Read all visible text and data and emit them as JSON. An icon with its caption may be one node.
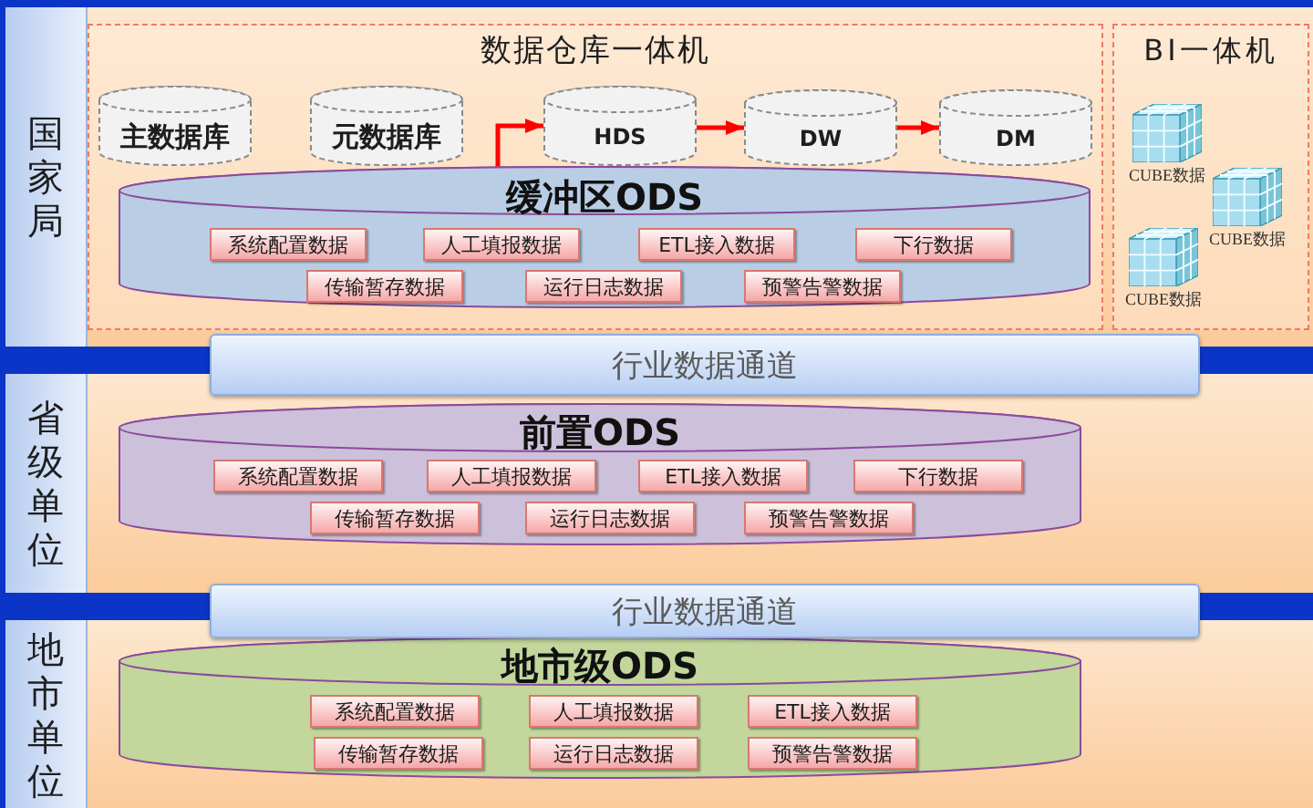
{
  "diagram": {
    "nodes": [
      {
        "text": [
          "国家局"
        ]
      },
      {
        "text": [
          "数据仓库一体机"
        ],
        "in": 0
      },
      {
        "text": [
          "主数据库"
        ],
        "in": 1
      },
      {
        "text": [
          "元数据库"
        ],
        "in": 1
      },
      {
        "text": [
          "HDS"
        ],
        "in": 1
      },
      {
        "text": [
          "DW"
        ],
        "in": 1
      },
      {
        "text": [
          "DM"
        ],
        "in": 1
      },
      {
        "text": [
          "缓冲区ODS"
        ],
        "in": 1
      },
      {
        "text": [
          "系统配置数据"
        ],
        "in": 7
      },
      {
        "text": [
          "人工填报数据"
        ],
        "in": 7
      },
      {
        "text": [
          "ETL接入数据"
        ],
        "in": 7
      },
      {
        "text": [
          "下行数据"
        ],
        "in": 7
      },
      {
        "text": [
          "传输暂存数据"
        ],
        "in": 7
      },
      {
        "text": [
          "运行日志数据"
        ],
        "in": 7
      },
      {
        "text": [
          "预警告警数据"
        ],
        "in": 7
      },
      {
        "text": [
          "BI一体机"
        ],
        "in": 0
      },
      {
        "text": [],
        "shape": "picture",
        "beside": [
          "CUBE数据"
        ],
        "in": 15
      },
      {
        "text": [],
        "shape": "picture",
        "beside": [
          "CUBE数据"
        ],
        "in": 15
      },
      {
        "text": [],
        "shape": "picture",
        "beside": [
          "CUBE数据"
        ],
        "in": 15
      },
      {
        "text": [
          "行业数据通道"
        ]
      },
      {
        "text": [
          "省级单位"
        ]
      },
      {
        "text": [
          "前置ODS"
        ],
        "in": 20
      },
      {
        "text": [
          "系统配置数据"
        ],
        "in": 21
      },
      {
        "text": [
          "人工填报数据"
        ],
        "in": 21
      },
      {
        "text": [
          "ETL接入数据"
        ],
        "in": 21
      },
      {
        "text": [
          "下行数据"
        ],
        "in": 21
      },
      {
        "text": [
          "传输暂存数据"
        ],
        "in": 21
      },
      {
        "text": [
          "运行日志数据"
        ],
        "in": 21
      },
      {
        "text": [
          "预警告警数据"
        ],
        "in": 21
      },
      {
        "text": [
          "行业数据通道"
        ]
      },
      {
        "text": [
          "地市单位"
        ]
      },
      {
        "text": [
          "地市级ODS"
        ],
        "in": 30
      },
      {
        "text": [
          "系统配置数据"
        ],
        "in": 31
      },
      {
        "text": [
          "人工填报数据"
        ],
        "in": 31
      },
      {
        "text": [
          "ETL接入数据"
        ],
        "in": 31
      },
      {
        "text": [
          "传输暂存数据"
        ],
        "in": 31
      },
      {
        "text": [
          "运行日志数据"
        ],
        "in": 31
      },
      {
        "text": [
          "预警告警数据"
        ],
        "in": 31
      }
    ],
    "edges": [
      {
        "from": 7,
        "to": 4,
        "arrow": "to"
      },
      {
        "from": 4,
        "to": 5,
        "arrow": "to"
      },
      {
        "from": 5,
        "to": 6,
        "arrow": "to"
      }
    ]
  }
}
